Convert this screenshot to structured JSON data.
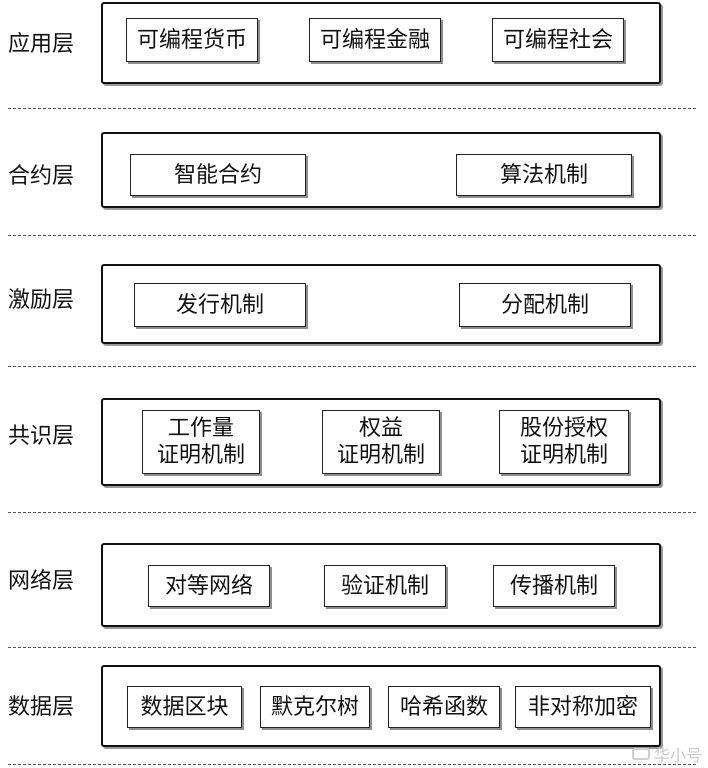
{
  "layers": [
    {
      "label": "应用层",
      "items": [
        {
          "lines": [
            "可编程货币"
          ]
        },
        {
          "lines": [
            "可编程金融"
          ]
        },
        {
          "lines": [
            "可编程社会"
          ]
        }
      ]
    },
    {
      "label": "合约层",
      "items": [
        {
          "lines": [
            "智能合约"
          ]
        },
        {
          "lines": [
            "算法机制"
          ]
        }
      ]
    },
    {
      "label": "激励层",
      "items": [
        {
          "lines": [
            "发行机制"
          ]
        },
        {
          "lines": [
            "分配机制"
          ]
        }
      ]
    },
    {
      "label": "共识层",
      "items": [
        {
          "lines": [
            "工作量",
            "证明机制"
          ]
        },
        {
          "lines": [
            "权益",
            "证明机制"
          ]
        },
        {
          "lines": [
            "股份授权",
            "证明机制"
          ]
        }
      ]
    },
    {
      "label": "网络层",
      "items": [
        {
          "lines": [
            "对等网络"
          ]
        },
        {
          "lines": [
            "验证机制"
          ]
        },
        {
          "lines": [
            "传播机制"
          ]
        }
      ]
    },
    {
      "label": "数据层",
      "items": [
        {
          "lines": [
            "数据区块"
          ]
        },
        {
          "lines": [
            "默克尔树"
          ]
        },
        {
          "lines": [
            "哈希函数"
          ]
        },
        {
          "lines": [
            "非对称加密"
          ]
        }
      ]
    }
  ],
  "watermark": {
    "text": "华小号",
    "icon": "chat-bubble-icon"
  }
}
